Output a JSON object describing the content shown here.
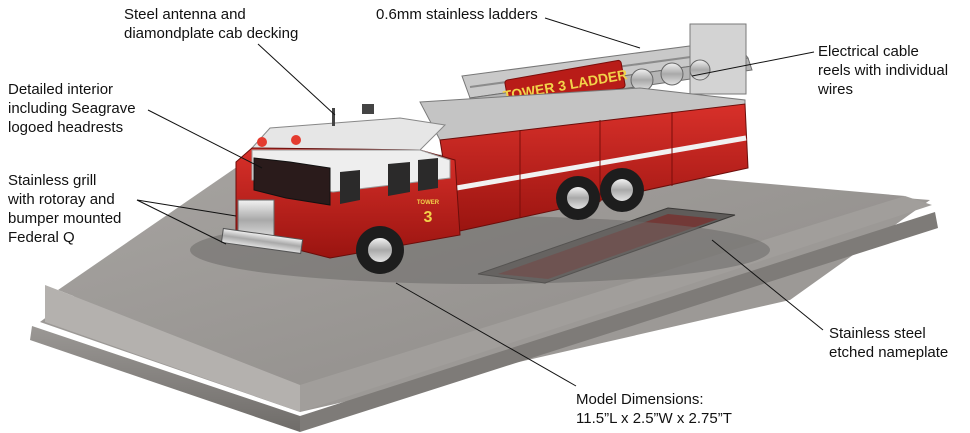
{
  "callouts": {
    "antenna": {
      "lines": [
        "Steel antenna and",
        "diamondplate cab decking"
      ]
    },
    "ladders": {
      "lines": [
        "0.6mm stainless ladders"
      ]
    },
    "interior": {
      "lines": [
        "Detailed interior",
        "including Seagrave",
        "logoed headrests"
      ]
    },
    "reels": {
      "lines": [
        "Electrical cable",
        "reels with individual",
        "wires"
      ]
    },
    "grill": {
      "lines": [
        "Stainless grill",
        "with rotoray and",
        "bumper mounted",
        "Federal Q"
      ]
    },
    "nameplate": {
      "lines": [
        "Stainless steel",
        "etched nameplate"
      ]
    },
    "dimensions": {
      "lines": [
        "Model Dimensions:",
        "11.5”L x 2.5”W x 2.75”T"
      ]
    }
  },
  "truck": {
    "ladder_sign": "TOWER 3 LADDER",
    "door_text": "TOWER",
    "unit_number": "3"
  },
  "colors": {
    "truck_red": "#c8211c",
    "base_gray": "#8f8c89",
    "label_text": "#111111"
  }
}
